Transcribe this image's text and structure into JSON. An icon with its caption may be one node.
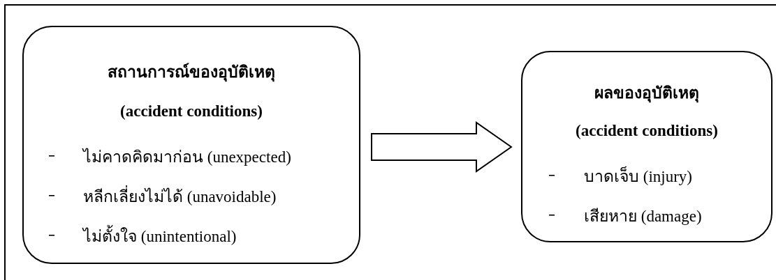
{
  "diagram": {
    "nodes": [
      {
        "text": [
          "สถานการณ์ของอุบัติเหตุ",
          "(accident conditions)",
          "ไม่คาดคิดมาก่อน (unexpected)",
          "หลีกเลี่ยงไม่ได้ (unavoidable)",
          "ไม่ตั้งใจ (unintentional)"
        ]
      },
      {
        "text": [
          "ผลของอุบัติเหตุ",
          "(accident conditions)",
          "บาดเจ็บ (injury)",
          "เสียหาย (damage)"
        ]
      }
    ],
    "edges": [
      {
        "from": 0,
        "to": 1,
        "arrow": "to"
      }
    ]
  }
}
